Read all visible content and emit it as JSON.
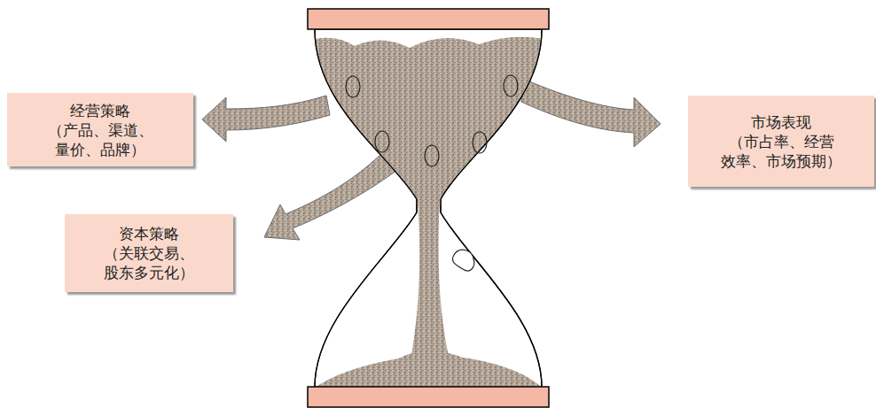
{
  "diagram": {
    "nodes": [
      {
        "text": [
          "经营策略",
          "（产品、渠道、 量价、品牌）"
        ]
      },
      {
        "text": [
          "市场表现",
          "（市占率、经营 效率、市场预期）"
        ]
      },
      {
        "text": [
          "资本策略",
          "（关联交易、 股东多元化）"
        ]
      }
    ]
  }
}
